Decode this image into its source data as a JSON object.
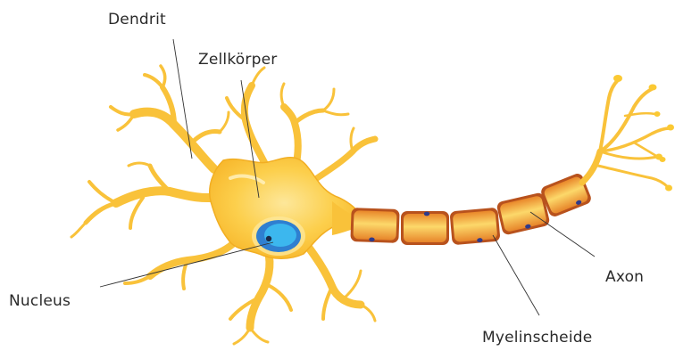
{
  "labels": {
    "dendrit": "Dendrit",
    "zellkoerper": "Zellkörper",
    "nucleus": "Nucleus",
    "axon": "Axon",
    "myelinscheide": "Myelinscheide"
  },
  "colors": {
    "cell_body": "#fbc933",
    "cell_body_light": "#fde79a",
    "cell_outline": "#f2ae22",
    "nucleus_outer": "#2f7fd0",
    "nucleus_inner": "#3cb7ee",
    "nucleolus": "#1b2a4a",
    "myelin_outer": "#b8521d",
    "myelin_fill": "#f3a231",
    "myelin_highlight": "#fcd86a",
    "schwann_nucleus": "#2f3a8a",
    "leader_line": "#333333",
    "text": "#2a2a2a"
  }
}
